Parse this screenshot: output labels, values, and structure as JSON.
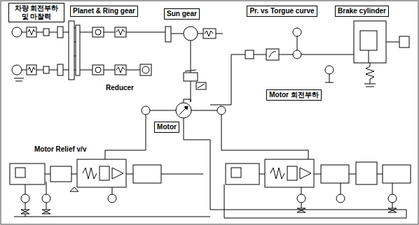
{
  "diagram": {
    "nodes": [
      {
        "text": [
          "차량 회전부하 및 마찰력"
        ]
      },
      {
        "text": [
          "Planet & Ring gear"
        ]
      },
      {
        "text": [
          "Sun gear"
        ]
      },
      {
        "text": [
          "Pr. vs Torgue curve"
        ]
      },
      {
        "text": [
          "Brake cylinder"
        ]
      },
      {
        "text": [
          "Motor 회전부하"
        ]
      },
      {
        "text": [
          "Motor"
        ]
      }
    ],
    "labels": [
      "Reducer",
      "Motor Relief v/v"
    ]
  }
}
